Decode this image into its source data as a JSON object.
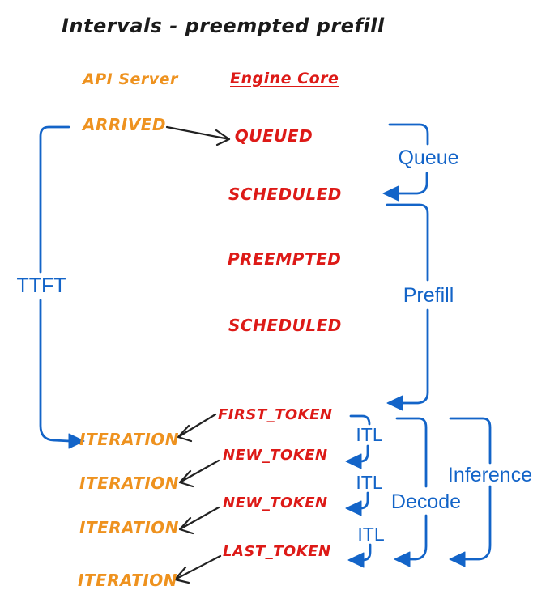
{
  "title": "Intervals - preempted prefill",
  "columns": {
    "api_server": "API Server",
    "engine_core": "Engine Core"
  },
  "api_events": {
    "arrived": "ARRIVED",
    "iterations": [
      "ITERATION",
      "ITERATION",
      "ITERATION",
      "ITERATION"
    ]
  },
  "core_events": {
    "queued": "QUEUED",
    "scheduled_1": "SCHEDULED",
    "preempted": "PREEMPTED",
    "scheduled_2": "SCHEDULED",
    "first_token": "FIRST_TOKEN",
    "new_token_1": "NEW_TOKEN",
    "new_token_2": "NEW_TOKEN",
    "last_token": "LAST_TOKEN"
  },
  "intervals": {
    "ttft": "TTFT",
    "queue": "Queue",
    "prefill": "Prefill",
    "itl": [
      "ITL",
      "ITL",
      "ITL"
    ],
    "decode": "Decode",
    "inference": "Inference"
  },
  "colors": {
    "api_server": "#EE921F",
    "engine_core": "#DD1A17",
    "interval": "#1364C8",
    "arrow": "#222222",
    "title": "#1B1B1B",
    "background": "#FFFFFF"
  }
}
